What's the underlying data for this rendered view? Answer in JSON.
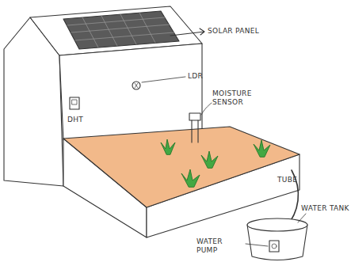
{
  "diagram": {
    "labels": [
      "SOLAR PANEL",
      "LDR",
      "MOISTURE SENSOR",
      "DHT",
      "TUBE",
      "WATER TANK",
      "WATER PUMP"
    ]
  }
}
